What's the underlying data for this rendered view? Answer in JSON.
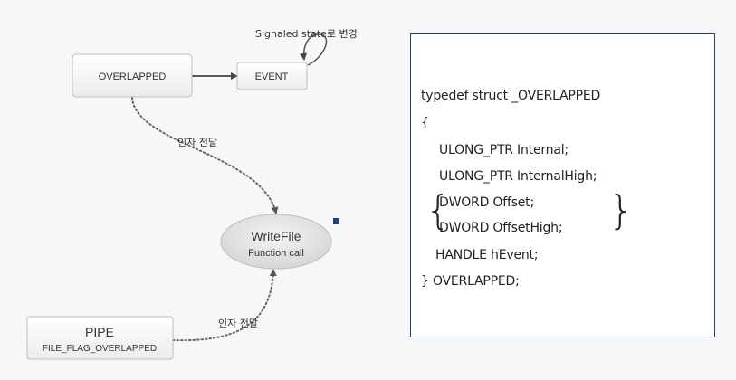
{
  "diagram": {
    "nodes": {
      "overlapped": "OVERLAPPED",
      "event": "EVENT",
      "writefile_title": "WriteFile",
      "writefile_sub": "Function call",
      "pipe_title": "PIPE",
      "pipe_sub": "FILE_FLAG_OVERLAPPED"
    },
    "labels": {
      "signaled": "Signaled state로 변경",
      "arg_pass_1": "인자 전달",
      "arg_pass_2": "인자 전달"
    }
  },
  "code": {
    "lines": [
      "typedef struct _OVERLAPPED",
      "{",
      "ULONG_PTR Internal;",
      "ULONG_PTR InternalHigh;",
      "DWORD Offset;",
      "DWORD OffsetHigh;",
      "HANDLE hEvent;",
      "} OVERLAPPED;"
    ]
  },
  "colors": {
    "panel_border": "#233f7a",
    "marker": "#1f3d85"
  }
}
